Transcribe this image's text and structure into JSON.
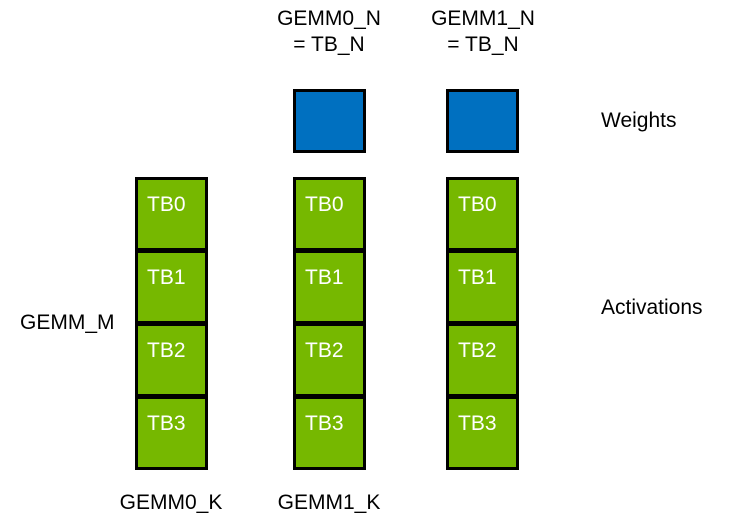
{
  "diagram": {
    "title_top_labels": [
      {
        "name": "gemm0",
        "line1": "GEMM0_N",
        "line2": "= TB_N"
      },
      {
        "name": "gemm1",
        "line1": "GEMM1_N",
        "line2": "= TB_N"
      }
    ],
    "row_labels": {
      "weights": "Weights",
      "activations": "Activations"
    },
    "left_label": "GEMM_M",
    "bottom_labels": [
      {
        "name": "gemm0",
        "text": "GEMM0_K"
      },
      {
        "name": "gemm1",
        "text": "GEMM1_K"
      }
    ],
    "weight_boxes": [
      {
        "name": "gemm0-weight",
        "label": ""
      },
      {
        "name": "gemm1-weight",
        "label": ""
      }
    ],
    "activation_columns": [
      {
        "name": "column-0",
        "blocks": [
          "TB0",
          "TB1",
          "TB2",
          "TB3"
        ]
      },
      {
        "name": "column-1",
        "blocks": [
          "TB0",
          "TB1",
          "TB2",
          "TB3"
        ]
      },
      {
        "name": "column-2",
        "blocks": [
          "TB0",
          "TB1",
          "TB2",
          "TB3"
        ]
      }
    ],
    "colors": {
      "weight_fill": "#0070c0",
      "activation_fill": "#76b800",
      "border": "#000000",
      "block_text": "#ffffff",
      "label_text": "#000000",
      "background": "#ffffff"
    }
  }
}
